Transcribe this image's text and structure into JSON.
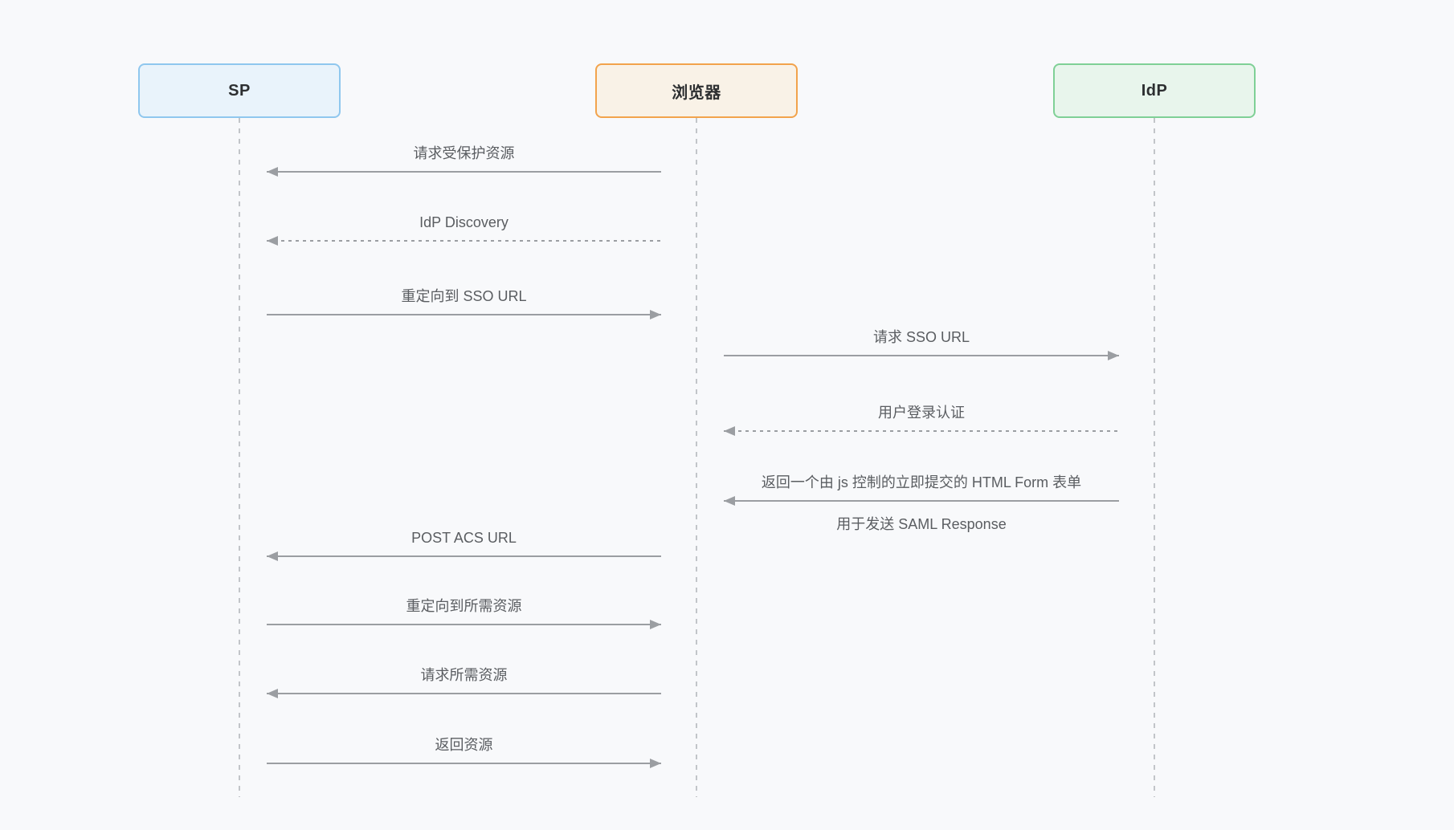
{
  "diagram": {
    "type": "sequence",
    "description": "SAML SSO browser flow sequence diagram"
  },
  "actors": [
    {
      "id": "sp",
      "label": "SP",
      "fill": "#e9f3fb",
      "border": "#8fc7ee"
    },
    {
      "id": "browser",
      "label": "浏览器",
      "fill": "#f9f2e7",
      "border": "#f2a34c"
    },
    {
      "id": "idp",
      "label": "IdP",
      "fill": "#e8f5ec",
      "border": "#7fd096"
    }
  ],
  "messages": [
    {
      "from": "browser",
      "to": "sp",
      "style": "solid",
      "label": "请求受保护资源"
    },
    {
      "from": "browser",
      "to": "sp",
      "style": "dashed",
      "label": "IdP Discovery"
    },
    {
      "from": "sp",
      "to": "browser",
      "style": "solid",
      "label": "重定向到 SSO URL"
    },
    {
      "from": "browser",
      "to": "idp",
      "style": "solid",
      "label": "请求 SSO URL"
    },
    {
      "from": "idp",
      "to": "browser",
      "style": "dashed",
      "label": "用户登录认证"
    },
    {
      "from": "idp",
      "to": "browser",
      "style": "solid",
      "label": "返回一个由 js 控制的立即提交的 HTML Form 表单",
      "sublabel": "用于发送 SAML Response"
    },
    {
      "from": "browser",
      "to": "sp",
      "style": "solid",
      "label": "POST ACS URL"
    },
    {
      "from": "sp",
      "to": "browser",
      "style": "solid",
      "label": "重定向到所需资源"
    },
    {
      "from": "browser",
      "to": "sp",
      "style": "solid",
      "label": "请求所需资源"
    },
    {
      "from": "sp",
      "to": "browser",
      "style": "solid",
      "label": "返回资源"
    }
  ],
  "colors": {
    "background": "#f8f9fb",
    "arrow": "#9b9ea2",
    "label_text": "#5a5d61",
    "actor_text": "#2d2f31",
    "lifeline": "#c2c5c9"
  }
}
